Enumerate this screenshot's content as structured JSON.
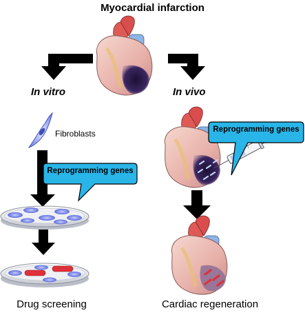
{
  "title": "Myocardial infarction",
  "branch_left": "In vitro",
  "branch_right": "In vivo",
  "cell_label": "Fibroblasts",
  "callout_label": "Reprogramming genes",
  "outcome_left": "Drug screening",
  "outcome_right": "Cardiac regeneration",
  "colors": {
    "callout": "#29b5e8",
    "arrow": "#000000",
    "dish_cell": "#4a5bd8",
    "cardiomyocyte": "#e0303a",
    "infarct": "#2a1a4a"
  }
}
